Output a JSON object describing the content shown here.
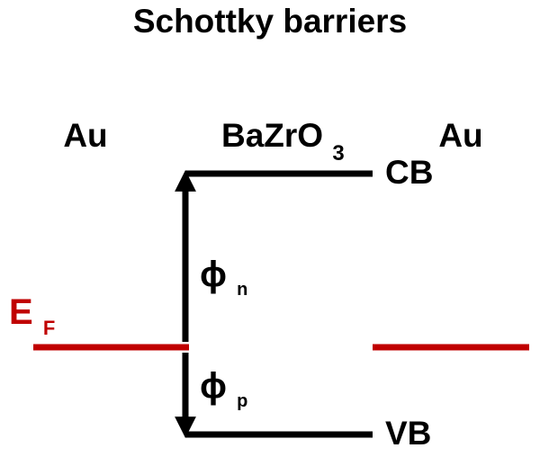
{
  "title": "Schottky barriers",
  "labels": {
    "left_metal": "Au",
    "right_metal": "Au",
    "oxide_main": "BaZrO",
    "oxide_subscript": "3",
    "conduction_band": "CB",
    "valence_band": "VB",
    "fermi_main": "E",
    "fermi_subscript": "F",
    "phi_n_main": "ϕ",
    "phi_n_subscript": "n",
    "phi_p_main": "ϕ",
    "phi_p_subscript": "p"
  },
  "colors": {
    "text": "#000000",
    "band_lines": "#000000",
    "fermi_level": "#c00000",
    "background": "#ffffff"
  }
}
